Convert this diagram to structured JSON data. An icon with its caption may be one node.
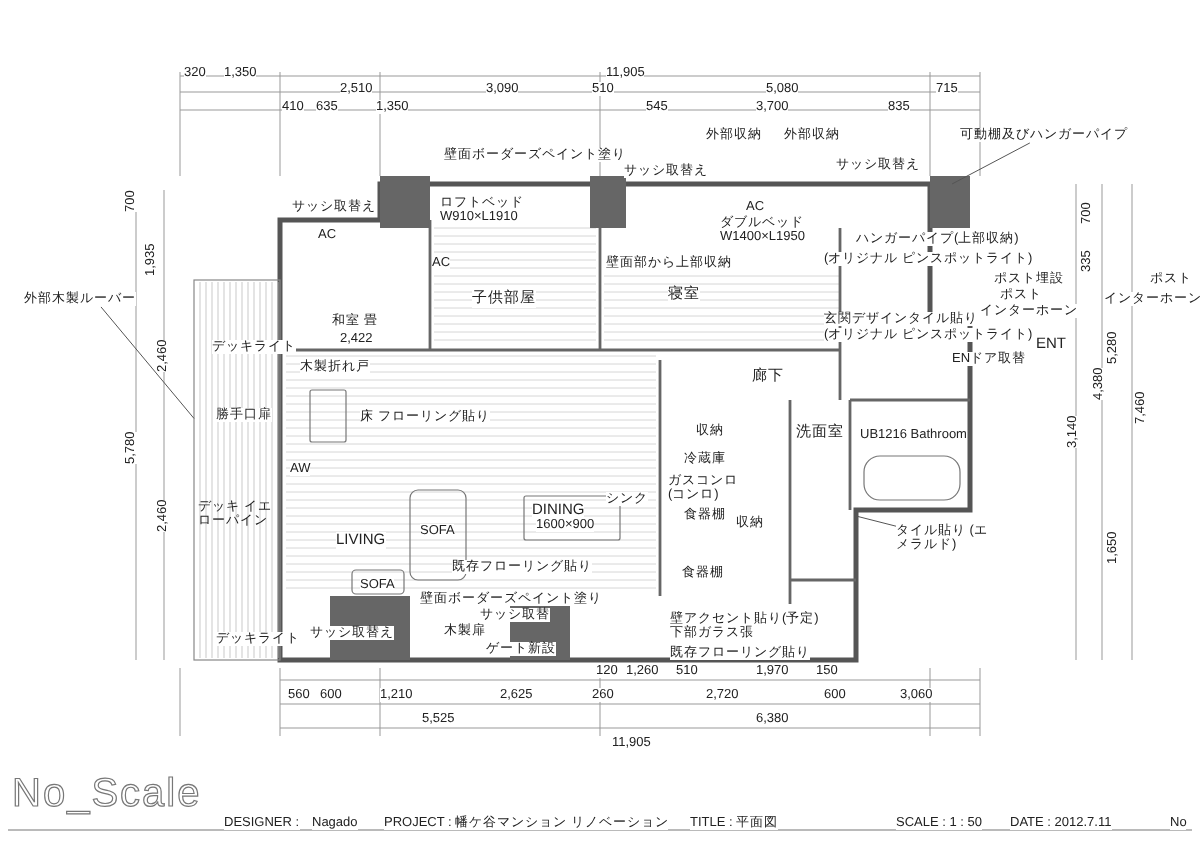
{
  "diagram": {
    "nodes": [
      {
        "text": [
          "外部木製ルーバー"
        ]
      },
      {
        "text": [
          "タイル貼り (エメラルド)"
        ]
      },
      {
        "text": [
          "可動棚及びハンガーパイプ"
        ]
      },
      {
        "text": [],
        "shape": "box"
      }
    ],
    "edges": [
      {
        "from": 0,
        "to": 3,
        "arrow": "none"
      },
      {
        "from": 1,
        "to": null,
        "arrow": "none"
      },
      {
        "from": 2,
        "to": null,
        "arrow": "none"
      }
    ],
    "labels": [
      "320",
      "1,350",
      "2,510",
      "3,090",
      "11,905",
      "510",
      "5,080",
      "715",
      "410",
      "635",
      "1,350",
      "545",
      "3,700",
      "835",
      "700",
      "1,935",
      "2,460",
      "5,780",
      "2,460",
      "700",
      "335",
      "5,280",
      "4,380",
      "3,140",
      "7,460",
      "1,650",
      "120",
      "1,260",
      "510",
      "1,970",
      "150",
      "560",
      "600",
      "1,210",
      "2,625",
      "260",
      "2,720",
      "600",
      "3,060",
      "5,525",
      "6,380",
      "11,905",
      "壁面ボーダーズペイント塗り",
      "サッシ取替え",
      "AC",
      "ロフトベッド W910×L1910",
      "AC",
      "子供部屋",
      "外部収納",
      "外部収納",
      "サッシ取替え",
      "サッシ取替え",
      "AC",
      "ダブルベッド W1400×L1950",
      "壁面部から上部収納",
      "寝室",
      "ハンガーパイプ(上部収納)",
      "(オリジナル ピンスポットライト)",
      "ポスト埋設",
      "ポスト",
      "インターホーン",
      "ポスト",
      "インターホーン",
      "デッキライト",
      "和室 畳",
      "2,422",
      "木製折れ戸",
      "勝手口扉",
      "床 フローリング貼り",
      "AW",
      "デッキ イエローパイン",
      "LIVING",
      "SOFA",
      "SOFA",
      "DINING",
      "1600×900",
      "既存フローリング貼り",
      "壁面ボーダーズペイント塗り",
      "玄関デザインタイル貼り",
      "(オリジナル ピンスポットライト)",
      "ENT",
      "ENドア取替",
      "廊下",
      "収納",
      "洗面室",
      "UB1216 Bathroom",
      "シンク",
      "冷蔵庫",
      "ガスコンロ (コンロ)",
      "食器棚",
      "収納",
      "食器棚",
      "デッキライト",
      "サッシ取替え",
      "サッシ取替",
      "木製扉",
      "ゲート新設",
      "壁アクセント貼り(予定) 下部ガラス張",
      "既存フローリング貼り",
      "No_Scale",
      "DESIGNER :",
      "Nagado",
      "PROJECT : 幡ケ谷マンション リノベーション",
      "TITLE : 平面図",
      "SCALE : 1 : 50",
      "DATE : 2012.7.11",
      "No"
    ]
  }
}
